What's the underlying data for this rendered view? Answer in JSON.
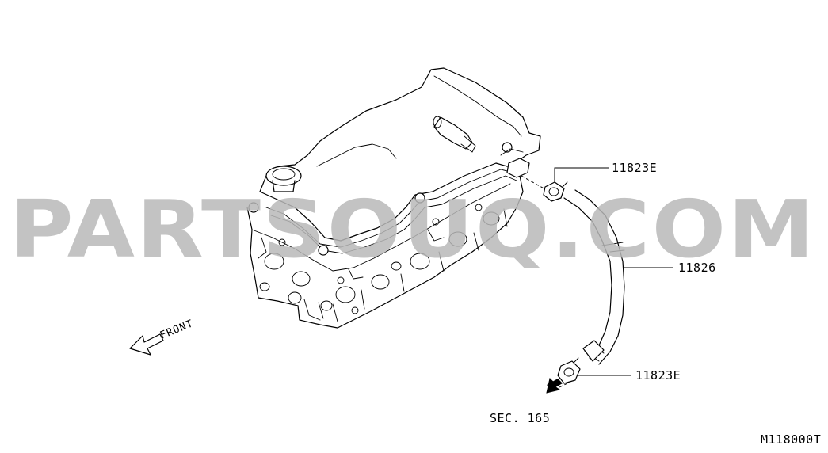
{
  "watermark": "PARTSOUQ.COM",
  "callouts": {
    "clip_upper": "11823E",
    "hose": "11826",
    "clip_lower": "11823E"
  },
  "section_ref": "SEC. 165",
  "front_label": "FRONT",
  "diagram_code": "M118000T"
}
